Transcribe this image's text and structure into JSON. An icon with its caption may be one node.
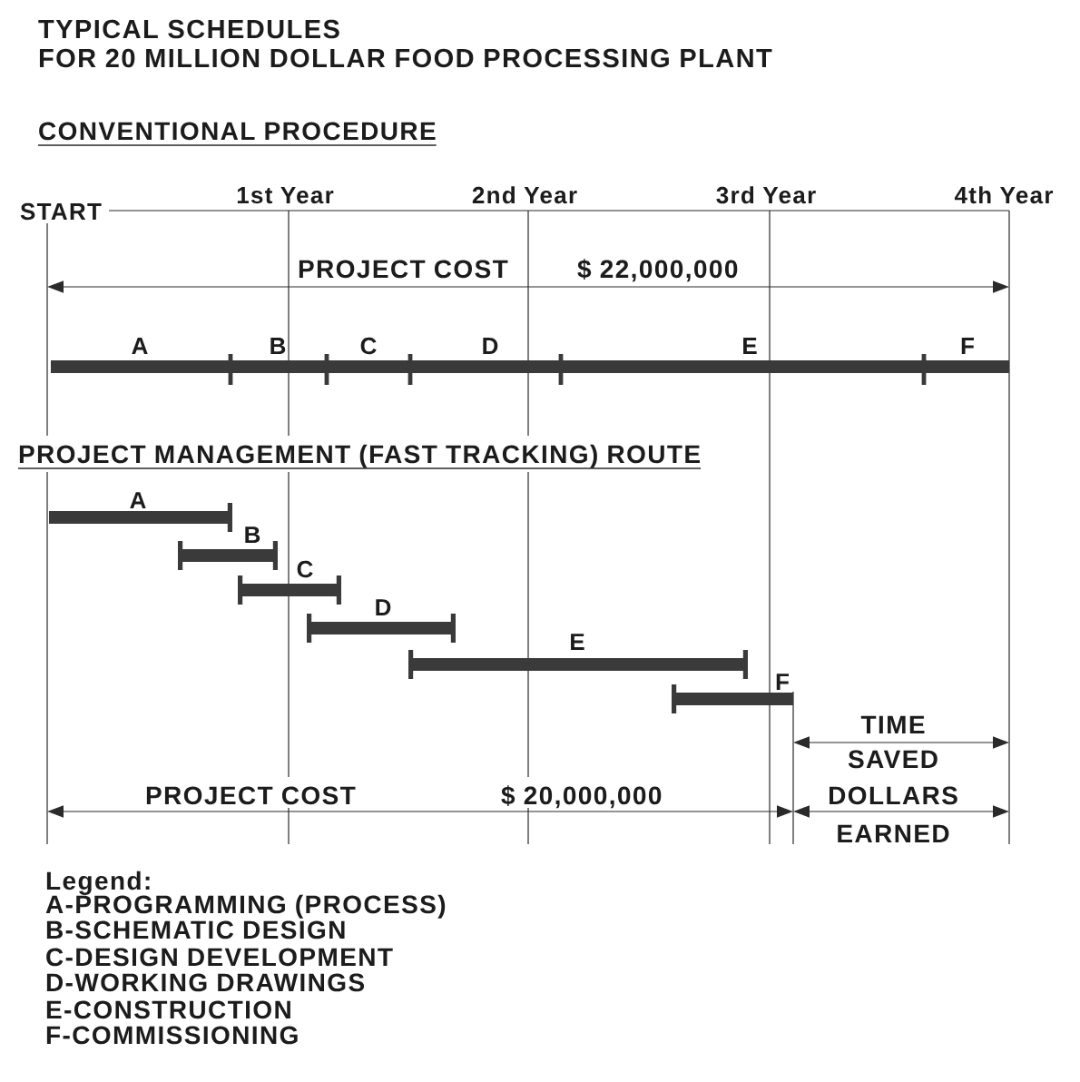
{
  "diagram": {
    "title": "TYPICAL SCHEDULES FOR 20 MILLION DOLLAR FOOD PROCESSING PLANT",
    "nodes": [
      {
        "text": [
          "A"
        ]
      },
      {
        "text": [
          "B"
        ]
      },
      {
        "text": [
          "C"
        ]
      },
      {
        "text": [
          "D"
        ]
      },
      {
        "text": [
          "E"
        ]
      },
      {
        "text": [
          "F"
        ]
      },
      {
        "text": [
          "A"
        ]
      },
      {
        "text": [
          "B"
        ]
      },
      {
        "text": [
          "C"
        ]
      },
      {
        "text": [
          "D"
        ]
      },
      {
        "text": [
          "E"
        ]
      },
      {
        "text": [
          "F"
        ]
      }
    ],
    "labels": [
      "CONVENTIONAL PROCEDURE",
      "START",
      "1st Year",
      "2nd Year",
      "3rd Year",
      "4th Year",
      "PROJECT COST",
      "$ 22,000,000",
      "PROJECT MANAGEMENT (FAST TRACKING) ROUTE",
      "TIME",
      "SAVED",
      "PROJECT COST",
      "$ 20,000,000",
      "DOLLARS",
      "EARNED",
      "Legend:",
      "A-PROGRAMMING (PROCESS)",
      "B-SCHEMATIC DESIGN",
      "C-DESIGN DEVELOPMENT",
      "D-WORKING DRAWINGS",
      "E-CONSTRUCTION",
      "F-COMMISSIONING"
    ]
  }
}
